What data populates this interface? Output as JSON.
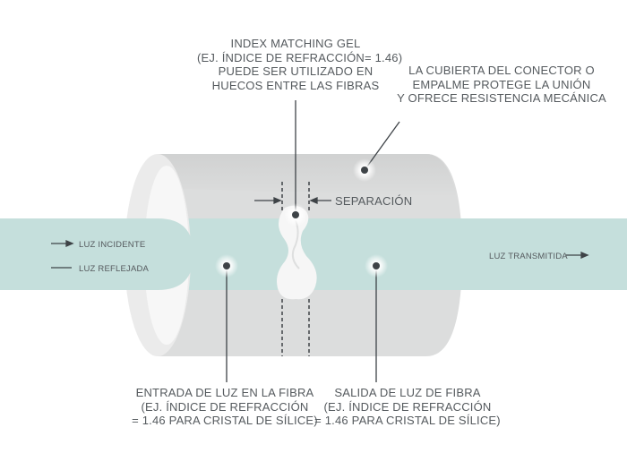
{
  "labels": {
    "index_gel": [
      "INDEX MATCHING GEL",
      "(EJ. ÍNDICE DE REFRACCIÓN= 1.46)",
      "PUEDE SER UTILIZADO EN",
      "HUECOS ENTRE LAS FIBRAS"
    ],
    "connector_cover": [
      "LA CUBIERTA DEL CONECTOR O",
      "EMPALME PROTEGE LA UNIÓN",
      "Y OFRECE RESISTENCIA MECÁNICA"
    ],
    "gap": "SEPARACIÓN",
    "incident_light": "LUZ INCIDENTE",
    "reflected_light": "LUZ REFLEJADA",
    "transmitted_light": "LUZ TRANSMITIDA",
    "input_fiber": [
      "ENTRADA DE LUZ EN LA FIBRA",
      "(EJ. ÍNDICE DE REFRACCIÓN",
      "= 1.46 PARA CRISTAL DE SÍLICE)"
    ],
    "output_fiber": [
      "SALIDA DE LUZ DE FIBRA",
      "(EJ. ÍNDICE DE REFRACCIÓN",
      "= 1.46 PARA CRISTAL DE SÍLICE)"
    ]
  },
  "colors": {
    "core": "#c5dfdc",
    "cylinder": "#dcdddd",
    "cylinder_face": "#ebebeb",
    "text": "#555a5e",
    "marker": "#3e4347"
  }
}
